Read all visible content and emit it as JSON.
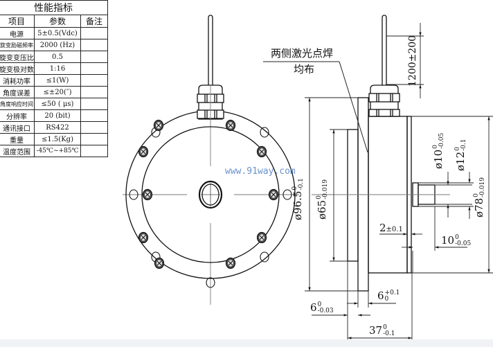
{
  "spec_table": {
    "title": "性能指标",
    "headers": [
      "项目",
      "参数",
      "备注"
    ],
    "rows": [
      {
        "item": "电源",
        "value": "5±0.5(Vdc)",
        "note": ""
      },
      {
        "item": "旋变励磁频率",
        "value": "2000 (Hz)",
        "note": ""
      },
      {
        "item": "旋变变压比",
        "value": "0.5",
        "note": ""
      },
      {
        "item": "旋变极对数",
        "value": "1:16",
        "note": ""
      },
      {
        "item": "消耗功率",
        "value": "≤1(W)",
        "note": ""
      },
      {
        "item": "角度误差",
        "value": "≤±20(″)",
        "note": ""
      },
      {
        "item": "角度响应时间",
        "value": "≤50 ( μs)",
        "note": ""
      },
      {
        "item": "分辨率",
        "value": "20 (bit)",
        "note": ""
      },
      {
        "item": "通讯接口",
        "value": "RS422",
        "note": ""
      },
      {
        "item": "重量",
        "value": "≤1.5(Kg)",
        "note": ""
      },
      {
        "item": "温度范围",
        "value": "-45℃~+85℃",
        "note": ""
      }
    ]
  },
  "annotations": {
    "weld_note_line1": "两侧激光点焊",
    "weld_note_line2": "均布"
  },
  "dimensions": {
    "cable_length": "1200±200",
    "flange_dia": {
      "base": "ø96.5",
      "upper": "0",
      "lower": "-0.1"
    },
    "spigot_dia": {
      "base": "ø65",
      "upper": "0",
      "lower": "-0.019"
    },
    "shaft_dia": {
      "base": "ø10",
      "upper": "0",
      "lower": "-0.05"
    },
    "shaft_step_dia": {
      "base": "ø12",
      "upper": "0",
      "lower": "-0.1"
    },
    "body_dia": {
      "base": "ø78",
      "upper": "0",
      "lower": "-0.019"
    },
    "lip_thickness": {
      "base": "2",
      "tol": "±0.1"
    },
    "shaft_length": {
      "base": "10",
      "upper": "0",
      "lower": "-0.05"
    },
    "flange_thickness": {
      "base": "6",
      "upper": "+0.1",
      "lower": "0"
    },
    "spigot_height": {
      "base": "6",
      "upper": "0",
      "lower": "-0.03"
    },
    "overall_length": {
      "base": "37",
      "upper": "0",
      "lower": "-0.1"
    }
  },
  "watermark": "www.91way.com",
  "colors": {
    "line": "#111111",
    "centerline": "#777777",
    "watermark": "#4f7fc4"
  }
}
